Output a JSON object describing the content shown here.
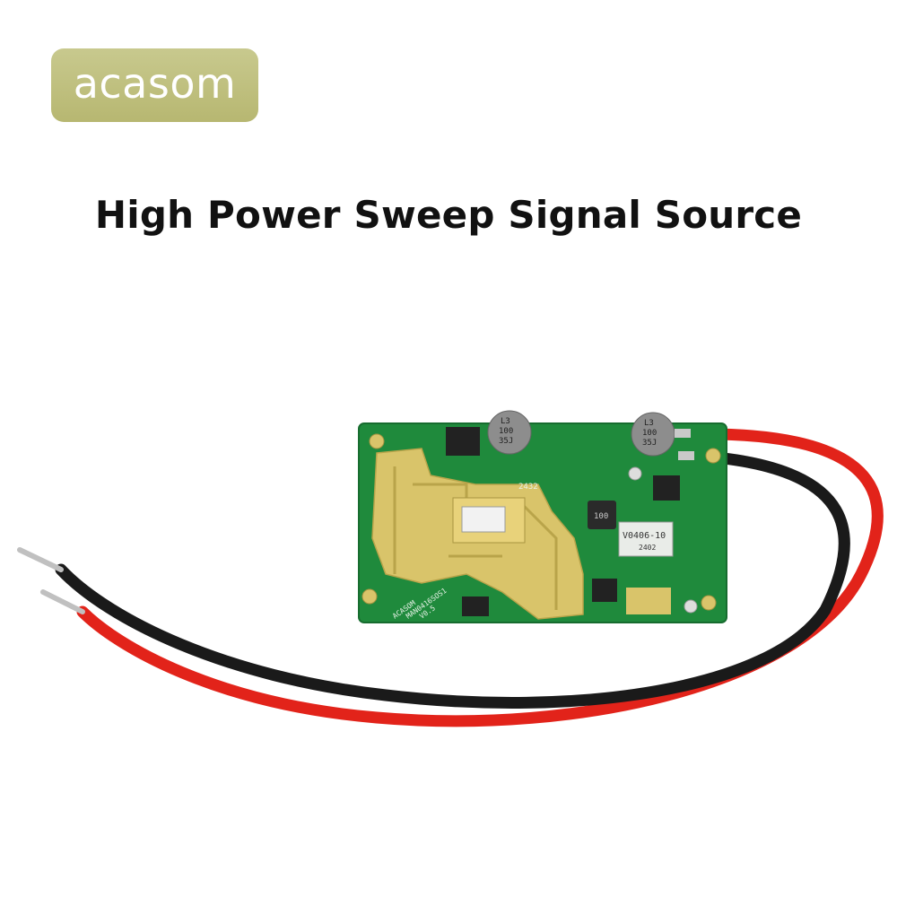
{
  "brand": {
    "name": "acasom",
    "color": "#bcbd78"
  },
  "headline": "High Power Sweep Signal Source",
  "photo": {
    "board_color": "#1f8a3c",
    "gold_color": "#d9c46a",
    "wire_red": "#e2231a",
    "wire_black": "#1a1a1a",
    "labels": {
      "cap_left": [
        "L3",
        "100",
        "35J"
      ],
      "cap_right": [
        "L3",
        "100",
        "35J"
      ],
      "inductor": "100",
      "vco_model": "V0406-10",
      "vco_code": "2402",
      "date_code": "2432",
      "pcb_maker": "ACASOM",
      "pcb_part": "MAN0416SOS1",
      "pcb_ver": "V0.5"
    }
  }
}
